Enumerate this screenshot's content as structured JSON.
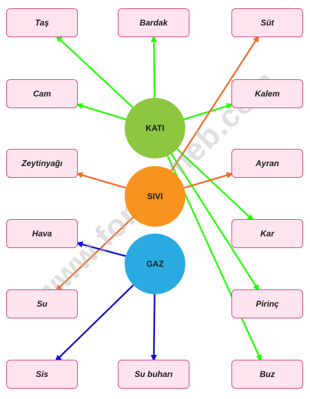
{
  "colors": {
    "box_fill": "#fde4ee",
    "box_border": "#d6457f",
    "kati": "#8dc63f",
    "sivi": "#f7931e",
    "gaz": "#29abe2",
    "arrow_solid": "#22ff00",
    "arrow_liquid": "#f26b2a",
    "arrow_gas": "#1010d6"
  },
  "states": {
    "kati": "KATI",
    "sivi": "SIVI",
    "gaz": "GAZ"
  },
  "items": {
    "tas": "Taş",
    "bardak": "Bardak",
    "sut": "Süt",
    "cam": "Cam",
    "kalem": "Kalem",
    "zeytinyagi": "Zeytinyağı",
    "ayran": "Ayran",
    "hava": "Hava",
    "kar": "Kar",
    "su": "Su",
    "pirinc": "Pirinç",
    "sis": "Sis",
    "su_buhari": "Su buharı",
    "buz": "Buz"
  },
  "links": [
    {
      "state": "kati",
      "item": "tas"
    },
    {
      "state": "kati",
      "item": "bardak"
    },
    {
      "state": "kati",
      "item": "cam"
    },
    {
      "state": "kati",
      "item": "kalem"
    },
    {
      "state": "kati",
      "item": "kar"
    },
    {
      "state": "kati",
      "item": "pirinc"
    },
    {
      "state": "kati",
      "item": "buz"
    },
    {
      "state": "sivi",
      "item": "sut"
    },
    {
      "state": "sivi",
      "item": "zeytinyagi"
    },
    {
      "state": "sivi",
      "item": "ayran"
    },
    {
      "state": "sivi",
      "item": "su"
    },
    {
      "state": "gaz",
      "item": "hava"
    },
    {
      "state": "gaz",
      "item": "sis"
    },
    {
      "state": "gaz",
      "item": "su_buhari"
    }
  ],
  "watermark": "www.forummeb.com"
}
